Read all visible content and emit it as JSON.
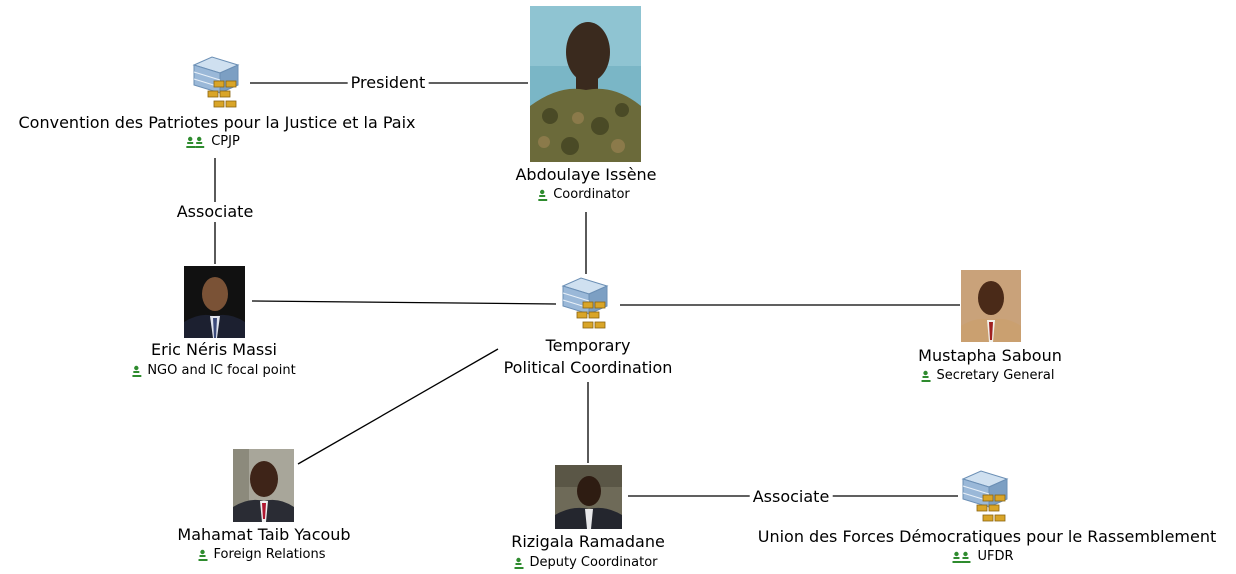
{
  "edges": {
    "president": "President",
    "associate_cpjp": "Associate",
    "associate_ufdr": "Associate"
  },
  "nodes": {
    "cpjp": {
      "name": "Convention des Patriotes pour la Justice et la Paix",
      "role": "CPJP",
      "icon": "organization-icon"
    },
    "issene": {
      "name": "Abdoulaye Issène",
      "role": "Coordinator",
      "icon": "person-photo"
    },
    "tpc": {
      "name_line1": "Temporary",
      "name_line2": "Political Coordination",
      "icon": "organization-icon"
    },
    "massi": {
      "name": "Eric Néris Massi",
      "role": "NGO and IC focal point",
      "icon": "person-photo"
    },
    "saboun": {
      "name": "Mustapha Saboun",
      "role": "Secretary General",
      "icon": "person-photo"
    },
    "yacoub": {
      "name": "Mahamat Taib Yacoub",
      "role": "Foreign Relations",
      "icon": "person-photo"
    },
    "ramadane": {
      "name": "Rizigala Ramadane",
      "role": "Deputy Coordinator",
      "icon": "person-photo"
    },
    "ufdr": {
      "name": "Union des Forces Démocratiques pour le Rassemblement",
      "role": "UFDR",
      "icon": "organization-icon"
    }
  },
  "colors": {
    "line": "#000000",
    "person_icon_green": "#2e8b2e",
    "org_icon_gold": "#d9a528",
    "org_icon_blue": "#9ab8d8"
  }
}
